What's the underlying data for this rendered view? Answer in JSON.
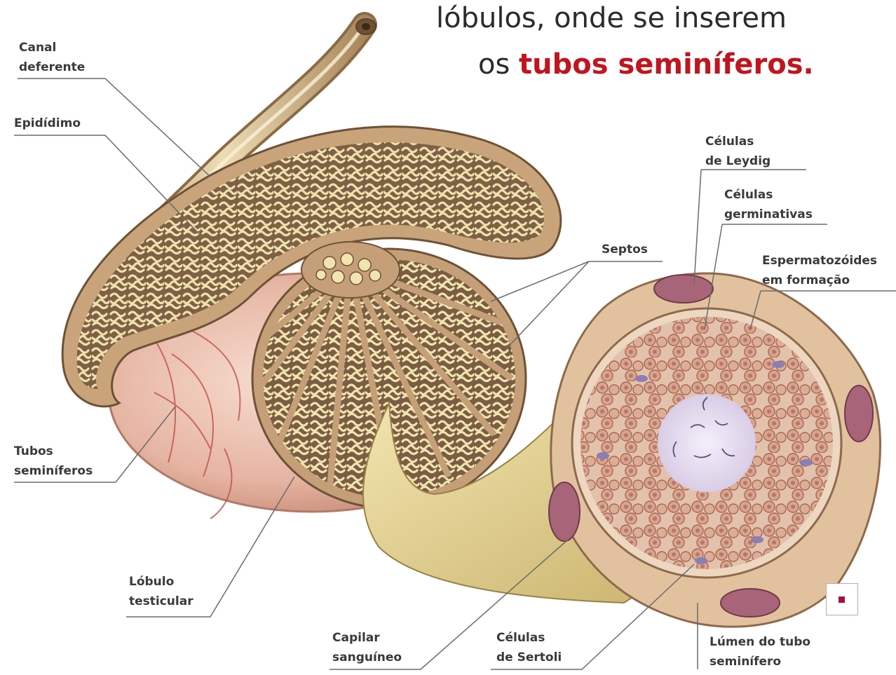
{
  "headline": {
    "line1": "lóbulos, onde se inserem",
    "line2_prefix": "os",
    "line2_highlight": "tubos seminíferos.",
    "accent_color": "#c0151f"
  },
  "labels": {
    "canal_deferente": [
      "Canal",
      "deferente"
    ],
    "epididimo": [
      "Epidídimo"
    ],
    "tubos_seminiferos": [
      "Tubos",
      "seminíferos"
    ],
    "lobulo_testicular": [
      "Lóbulo",
      "testicular"
    ],
    "capilar_sanguineo": [
      "Capilar",
      "sanguíneo"
    ],
    "celulas_sertoli": [
      "Células",
      "de Sertoli"
    ],
    "lumen": [
      "Lúmen do tubo",
      "seminífero"
    ],
    "septos": [
      "Septos"
    ],
    "celulas_leydig": [
      "Células",
      "de Leydig"
    ],
    "celulas_germinativas": [
      "Células",
      "germinativas"
    ],
    "espermatozoides": [
      "Espermatozóides",
      "em formação"
    ]
  },
  "colors": {
    "tubule_fill": "#efe0a8",
    "tissue_tan": "#c9a37a",
    "testis_pink": "#e8b9a8",
    "vessel_red": "#c0504a",
    "cell_purple": "#8a5a7a"
  }
}
